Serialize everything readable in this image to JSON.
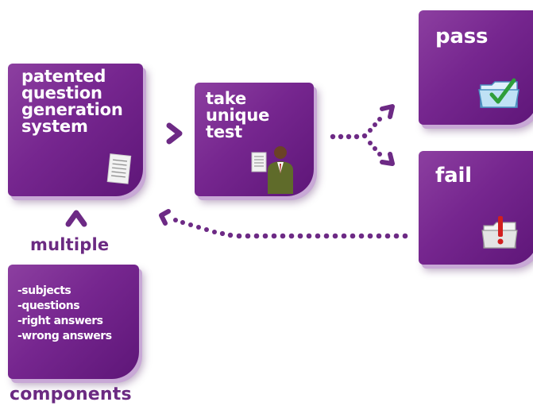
{
  "boxes": {
    "generation": "patented\nquestion\ngeneration\nsystem",
    "test": "take\nunique\ntest",
    "pass": "pass",
    "fail": "fail"
  },
  "captions": {
    "multiple": "multiple",
    "components": "components"
  },
  "components_list": [
    "-subjects",
    "-questions",
    "-right answers",
    "-wrong answers"
  ],
  "icons": {
    "generation": "document-icon",
    "test": "person-with-document-icon",
    "pass": "folder-checkmark-icon",
    "fail": "folder-exclamation-icon"
  },
  "colors": {
    "tile": "#76268f",
    "shadow": "#c8a8d6",
    "caption_text": "#6b2a82",
    "connector": "#6d2a85"
  }
}
